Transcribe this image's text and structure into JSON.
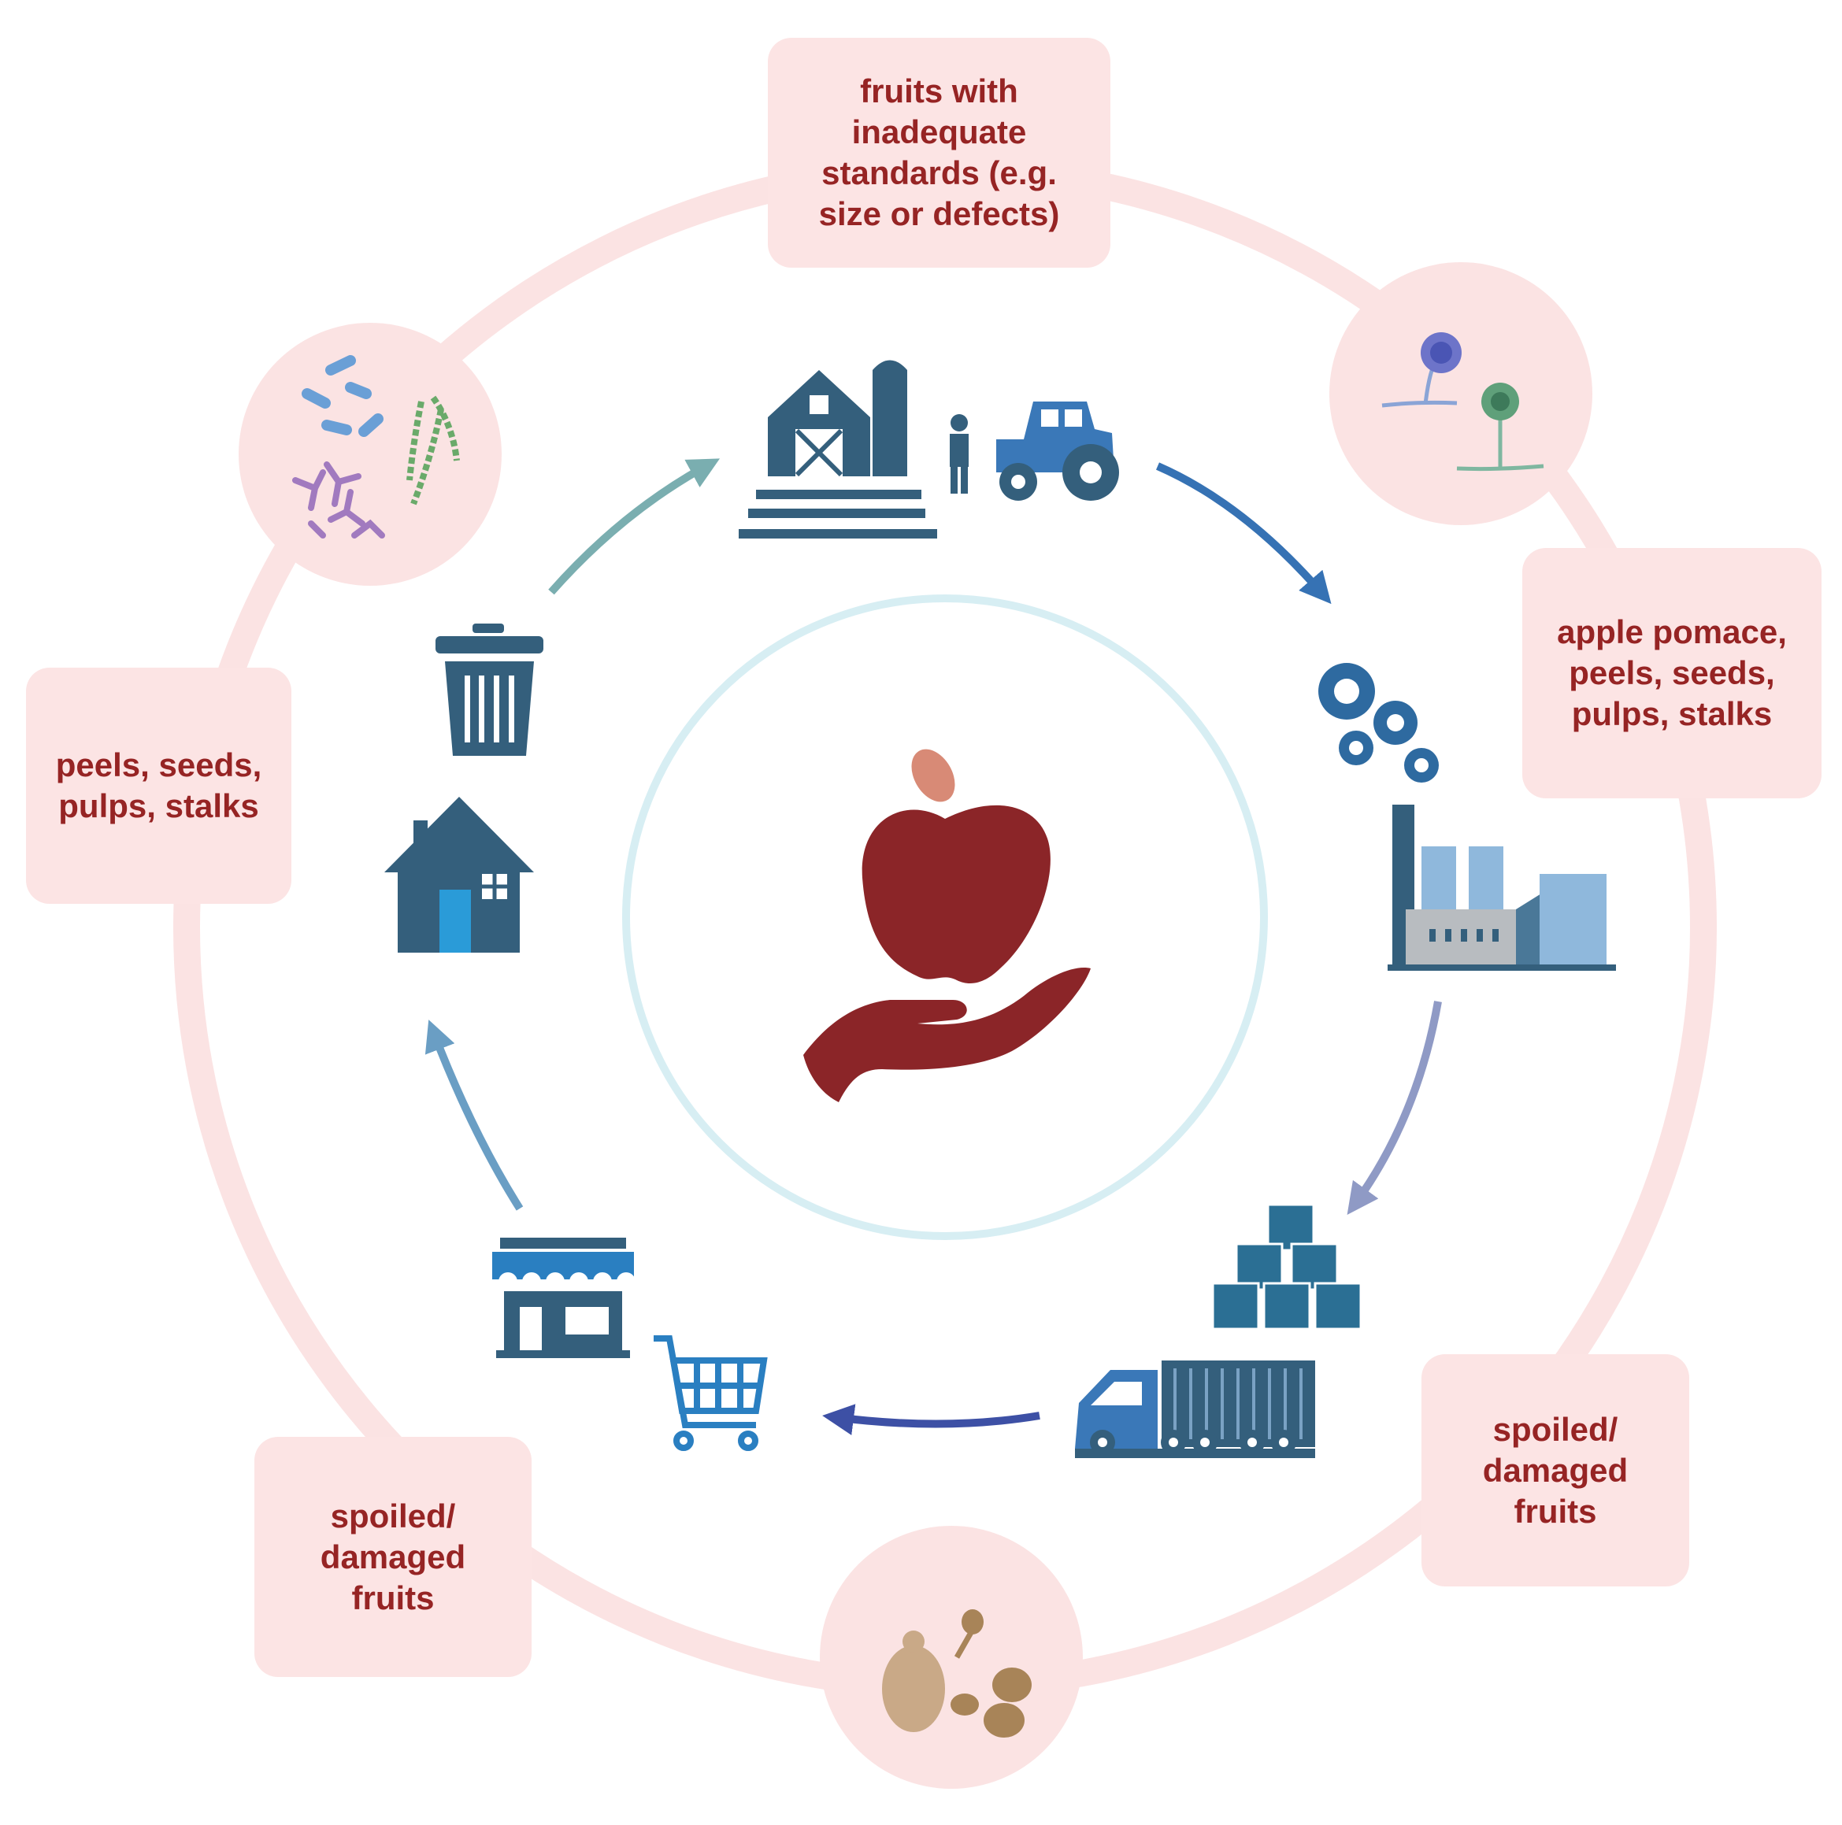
{
  "labels": {
    "top": [
      "fruits with",
      "inadequate",
      "standards (e.g.",
      "size or defects)"
    ],
    "right": [
      "apple pomace,",
      "peels, seeds,",
      "pulps, stalks"
    ],
    "bottom_right": [
      "spoiled/",
      "damaged",
      "fruits"
    ],
    "bottom_left": [
      "spoiled/",
      "damaged",
      "fruits"
    ],
    "left": [
      "peels, seeds,",
      "pulps, stalks"
    ]
  },
  "icons": {
    "center": "apple-in-hand-icon",
    "farm": "barn-silo-icon",
    "farmer": "farmer-icon",
    "tractor": "tractor-icon",
    "gears": "gears-icon",
    "factory": "factory-icon",
    "boxes": "stacked-boxes-icon",
    "truck": "container-truck-icon",
    "cart": "shopping-cart-icon",
    "store": "store-icon",
    "house": "house-icon",
    "trash": "trash-bin-icon",
    "microbes_bacteria": "bacteria-icon",
    "microbes_mold": "mold-fungi-icon",
    "microbes_yeast": "yeast-cells-icon"
  },
  "colors": {
    "ring": "#fbe3e3",
    "box_fill": "#fce4e4",
    "label_text": "#962424",
    "apple": "#8b2528",
    "leaf": "#d88a76",
    "icon_navy": "#345f7c",
    "icon_blue": "#3a78b8",
    "inner_ring": "#d7eef3"
  }
}
